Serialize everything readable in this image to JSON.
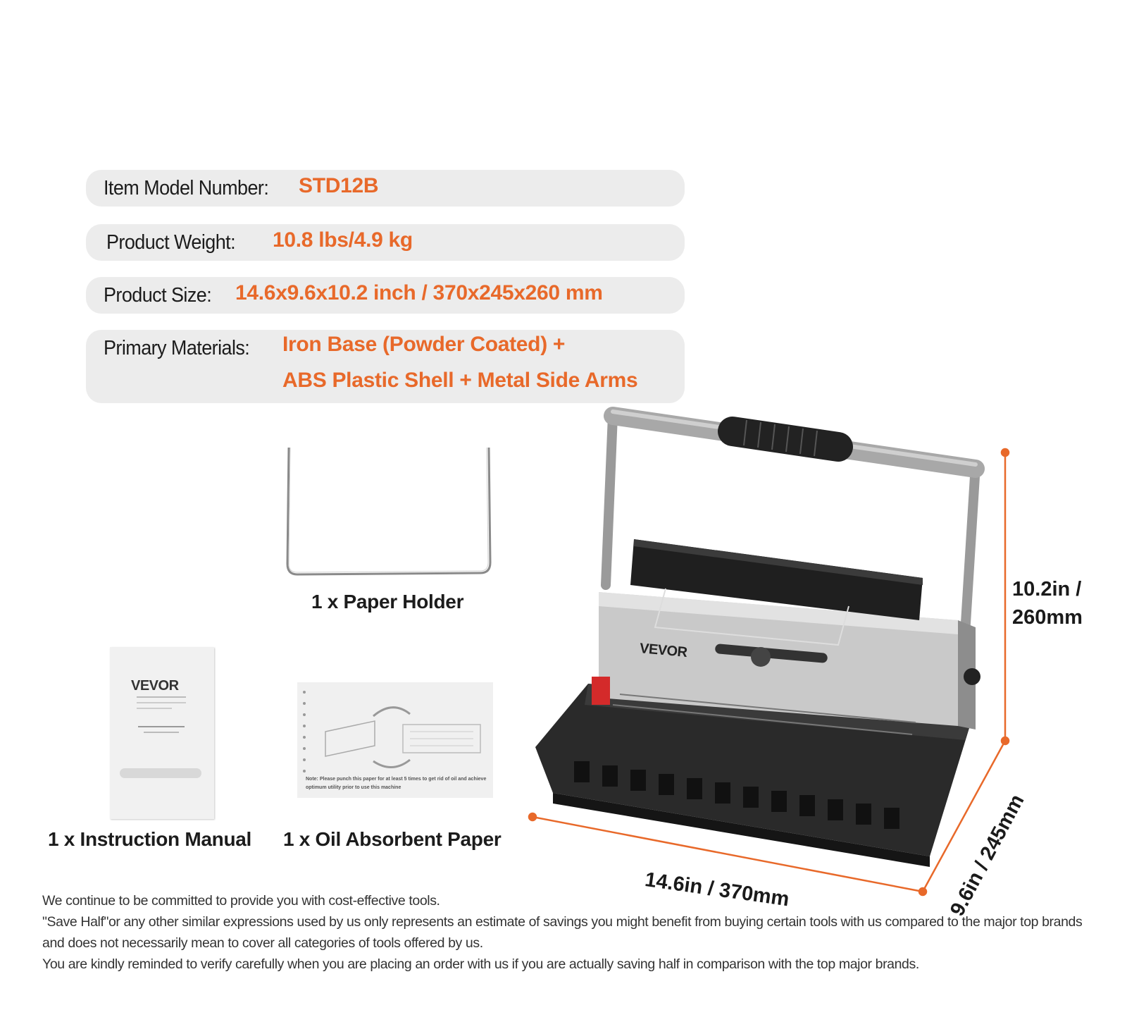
{
  "colors": {
    "accent": "#e8692a",
    "row_bg": "#ececec",
    "dimension_line": "#e8692a"
  },
  "specs": [
    {
      "label": "Item Model Number:",
      "value": "STD12B"
    },
    {
      "label": "Product Weight:",
      "value": "10.8 lbs/4.9 kg"
    },
    {
      "label": "Product Size:",
      "value": "14.6x9.6x10.2 inch / 370x245x260 mm"
    },
    {
      "label": "Primary Materials:",
      "value_line1": "Iron Base (Powder Coated) +",
      "value_line2": "ABS Plastic Shell + Metal Side Arms"
    }
  ],
  "accessories": [
    {
      "caption": "1 x Paper Holder",
      "icon": "paper-holder-wire-icon"
    },
    {
      "caption": "1 x Instruction Manual",
      "icon": "manual-booklet-icon",
      "brand": "VEVOR"
    },
    {
      "caption": "1 x Oil Absorbent Paper",
      "icon": "oil-paper-sheet-icon",
      "note": "Note: Please punch this paper for at least 5 times to get rid of oil and achieve optimum utility prior to use this machine"
    }
  ],
  "product": {
    "brand": "VEVOR",
    "icon": "binding-machine-image"
  },
  "dimensions": {
    "height_line1": "10.2in /",
    "height_line2": "260mm",
    "width": "14.6in / 370mm",
    "depth": "9.6in / 245mm"
  },
  "disclaimer": {
    "line1": "We continue to be committed to provide you with cost-effective tools.",
    "line2": "\"Save Half\"or any other similar expressions used by us only represents an estimate of savings you might benefit from buying certain tools with us compared to the major top brands and does not necessarily mean to cover all categories of tools offered by us.",
    "line3": "You are kindly reminded to verify carefully when you are placing an order with us if you are actually saving half in comparison with the top major brands."
  }
}
